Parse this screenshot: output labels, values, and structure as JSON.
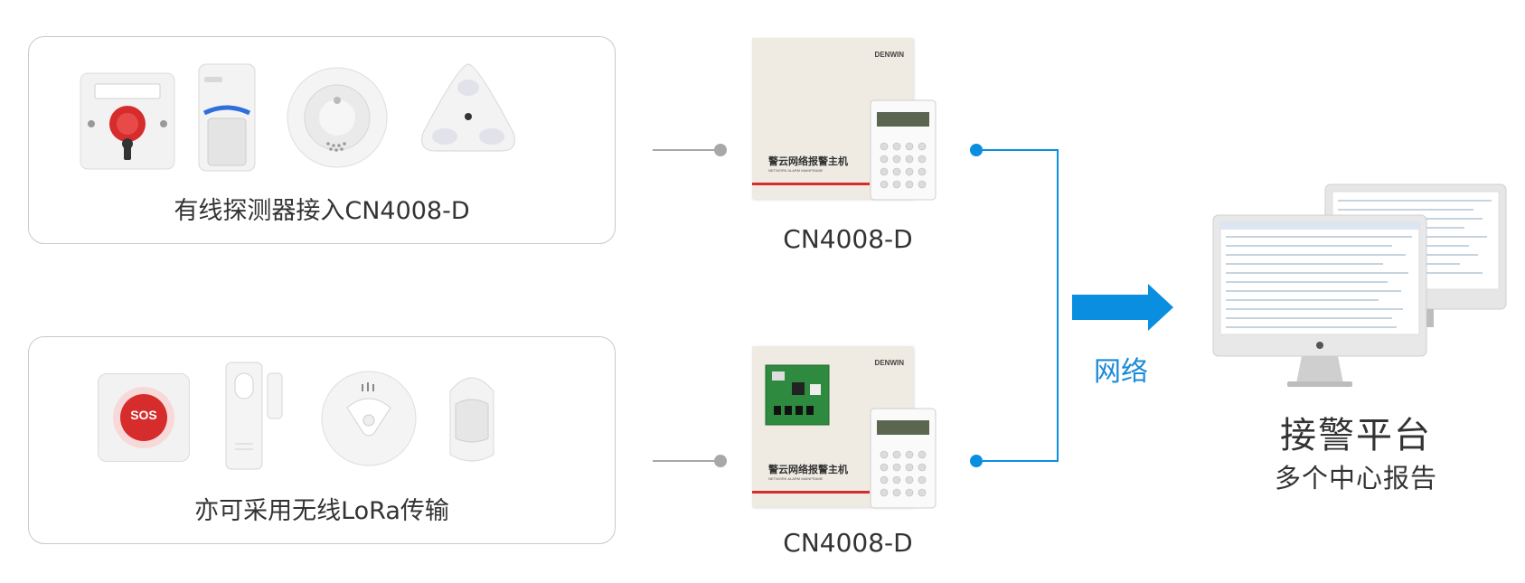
{
  "wired_group": {
    "label": "有线探测器接入CN4008-D"
  },
  "wireless_group": {
    "label": "亦可采用无线LoRa传输"
  },
  "panel_top": {
    "caption": "CN4008-D",
    "face_text": "警云网络报警主机",
    "face_subtext": "NETWORK ALARM MAINFRAME",
    "brand": "DENWIN"
  },
  "panel_bottom": {
    "caption": "CN4008-D",
    "face_text": "警云网络报警主机",
    "face_subtext": "NETWORK ALARM MAINFRAME",
    "brand": "DENWIN"
  },
  "sos_button": {
    "text": "SOS"
  },
  "network": {
    "label": "网络"
  },
  "platform": {
    "title": "接警平台",
    "subtitle": "多个中心报告"
  },
  "colors": {
    "accent": "#0a8fe0",
    "connector_gray": "#a8a8a8",
    "panel_border": "#c9c9c9",
    "alarm_red": "#d62c2c"
  }
}
